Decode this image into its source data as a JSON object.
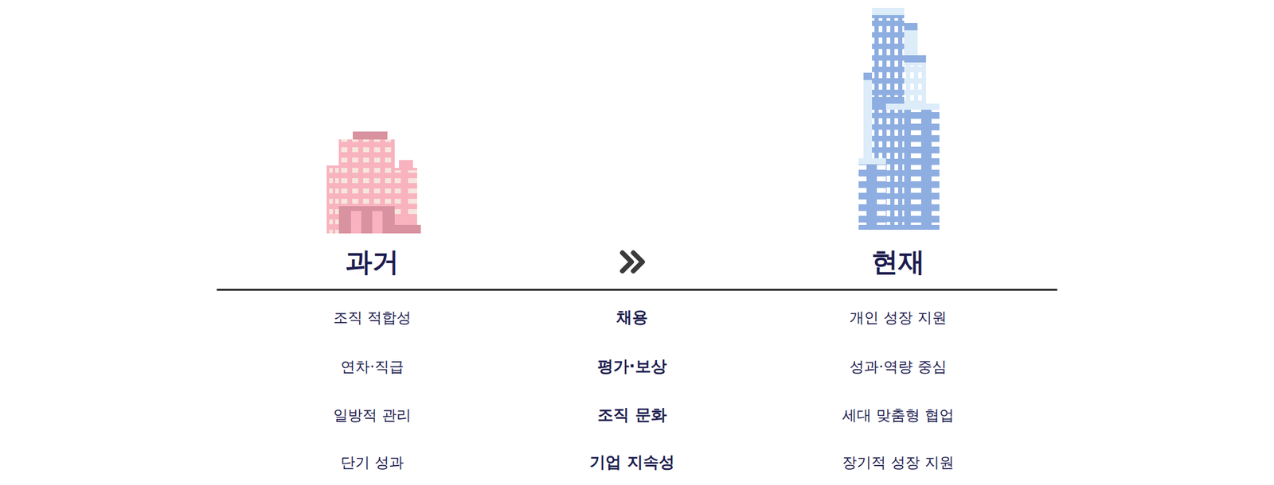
{
  "diagram": {
    "labels": [
      "과거",
      "현재",
      "조직 적합성",
      "채용",
      "개인 성장 지원",
      "연차·직급",
      "평가·보상",
      "성과·역량 중심",
      "일방적 관리",
      "조직 문화",
      "세대 맞춤형 협업",
      "단기 성과",
      "기업 지속성",
      "장기적 성장 지원"
    ]
  }
}
